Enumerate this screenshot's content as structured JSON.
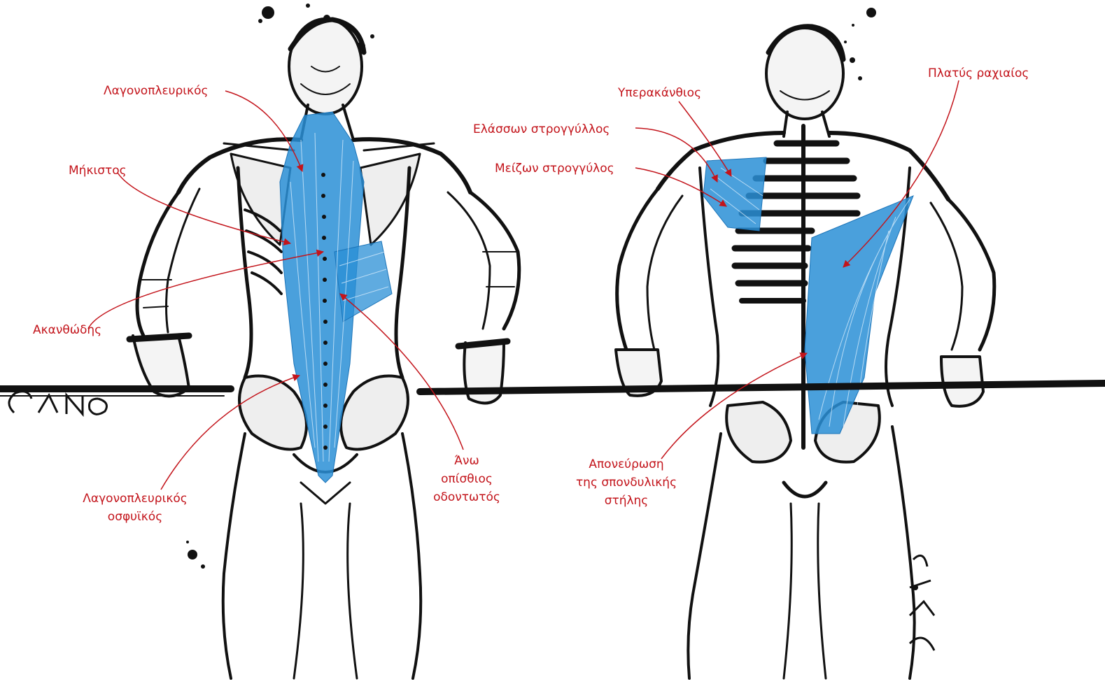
{
  "colors": {
    "label": "#c3141b",
    "leader": "#c3141b",
    "muscle": "#2a8fd6",
    "ink": "#111111",
    "bone": "#f4f4f4",
    "background": "#ffffff"
  },
  "labels": {
    "iliocostalis": "Λαγονοπλευρικός",
    "longissimus": "Μήκιστος",
    "spinalis": "Ακανθώδης",
    "iliocostalis_lumborum": [
      "Λαγονοπλευρικός",
      "οσφυϊκός"
    ],
    "serratus_posterior_superior": [
      "Άνω",
      "οπίσθιος",
      "οδοντωτός"
    ],
    "supraspinatus": "Υπερακάνθιος",
    "teres_minor": "Ελάσσων στρογγύλλος",
    "teres_major": "Μείζων στρογγύλος",
    "latissimus_dorsi": "Πλατύς ραχιαίος",
    "thoracolumbar_aponeurosis": [
      "Απονεύρωση",
      "της σπονδυλικής",
      "στήλης"
    ]
  },
  "signature": "CANO"
}
